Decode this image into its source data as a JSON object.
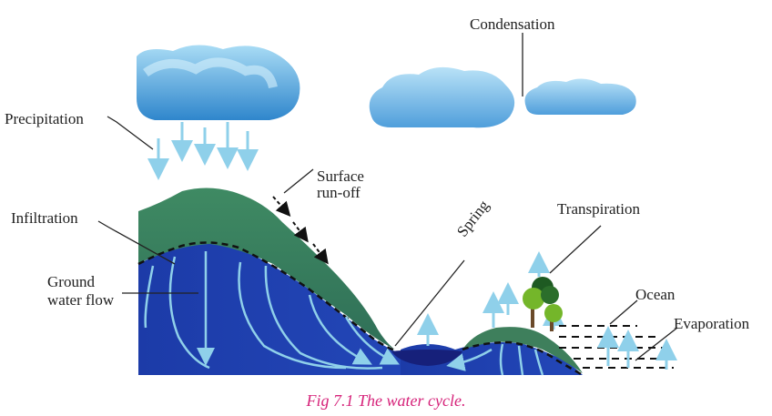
{
  "labels": {
    "condensation": "Condensation",
    "precipitation": "Precipitation",
    "surface_runoff_1": "Surface",
    "surface_runoff_2": "run-off",
    "infiltration": "Infiltration",
    "groundwater_1": "Ground",
    "groundwater_2": "water flow",
    "spring": "Spring",
    "transpiration": "Transpiration",
    "ocean": "Ocean",
    "evaporation": "Evaporation"
  },
  "caption": "Fig 7.1 The water cycle.",
  "colors": {
    "ground_water": "#1f3fa8",
    "hill": "#3e7f5c",
    "arrow": "#8fd0ea",
    "caption": "#d6237a",
    "cloud_light": "#7fc3ea",
    "cloud_dark": "#2a7cc4"
  }
}
